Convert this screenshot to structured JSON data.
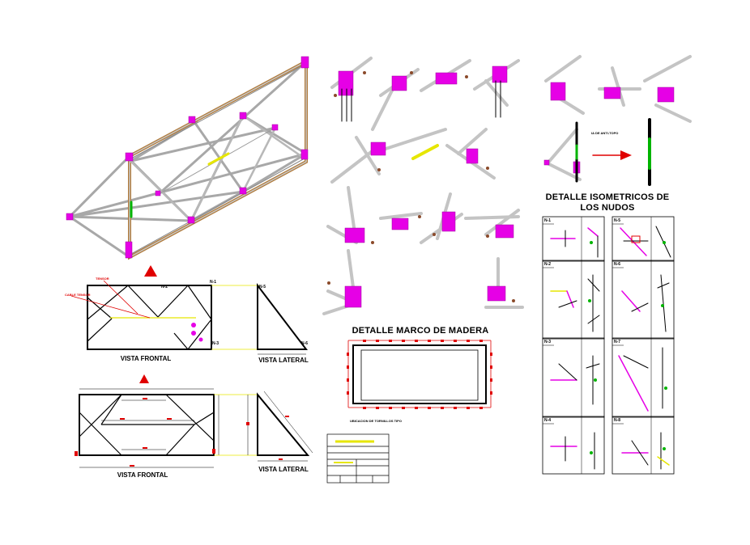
{
  "labels": {
    "vista_frontal_1": "VISTA FRONTAL",
    "vista_lateral_1": "VISTA LATERAL",
    "vista_frontal_2": "VISTA FRONTAL",
    "vista_lateral_2": "VISTA LATERAL",
    "detalle_marco": "DETALLE MARCO DE MADERA",
    "detalle_iso_line1": "DETALLE ISOMETRICOS DE",
    "detalle_iso_line2": "LOS NUDOS",
    "tensor": "TENSOR",
    "cable_tensor": "CABLE TENSOR",
    "ubicacion_tornillos": "UBICACION DE TORNILLOS TIPO",
    "anti_topo": "IA DE ANTI-TOPO"
  },
  "node_labels": [
    "N-1",
    "N-5",
    "N-2",
    "N-6",
    "N-3",
    "N-7",
    "N-4",
    "N-8"
  ],
  "front_view_nodes": [
    "N-1",
    "N-2",
    "N-3"
  ],
  "side_view_nodes": [
    "N-5",
    "N-6"
  ],
  "colors": {
    "line": "#000000",
    "magenta": "#e600e6",
    "red": "#e00000",
    "yellow": "#e6e600",
    "green": "#00b400",
    "wood": "#b07a3a",
    "gray": "#9a9a9a"
  }
}
